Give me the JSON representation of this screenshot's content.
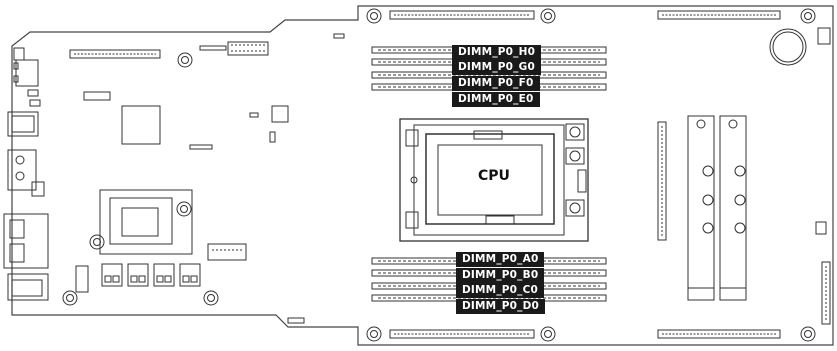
{
  "board": {
    "cpu_label": "CPU",
    "dimm_top": [
      "DIMM_P0_H0",
      "DIMM_P0_G0",
      "DIMM_P0_F0",
      "DIMM_P0_E0"
    ],
    "dimm_bottom": [
      "DIMM_P0_A0",
      "DIMM_P0_B0",
      "DIMM_P0_C0",
      "DIMM_P0_D0"
    ]
  }
}
